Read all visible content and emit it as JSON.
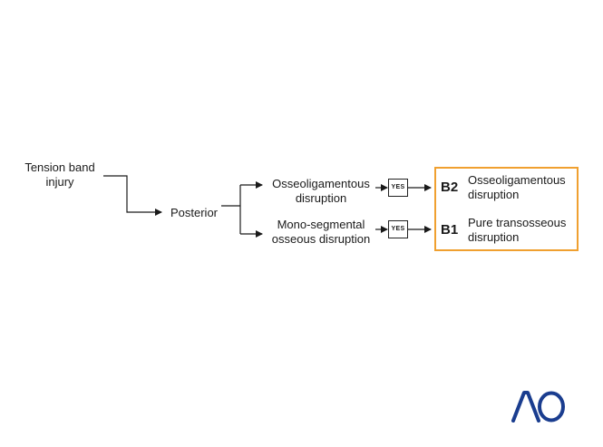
{
  "diagram": {
    "root": {
      "line1": "Tension band",
      "line2": "injury"
    },
    "middle": {
      "label": "Posterior"
    },
    "branches": [
      {
        "condition": {
          "line1": "Osseoligamentous",
          "line2": "disruption"
        },
        "yes_label": "YES",
        "code": "B2",
        "result": {
          "line1": "Osseoligamentous",
          "line2": "disruption"
        }
      },
      {
        "condition": {
          "line1": "Mono-segmental",
          "line2": "osseous disruption"
        },
        "yes_label": "YES",
        "code": "B1",
        "result": {
          "line1": "Pure transosseous",
          "line2": "disruption"
        }
      }
    ]
  },
  "logo": {
    "text": "AO",
    "color": "#1a3d8f"
  },
  "colors": {
    "result_border": "#f0a030",
    "lines": "#1a1a1a"
  }
}
